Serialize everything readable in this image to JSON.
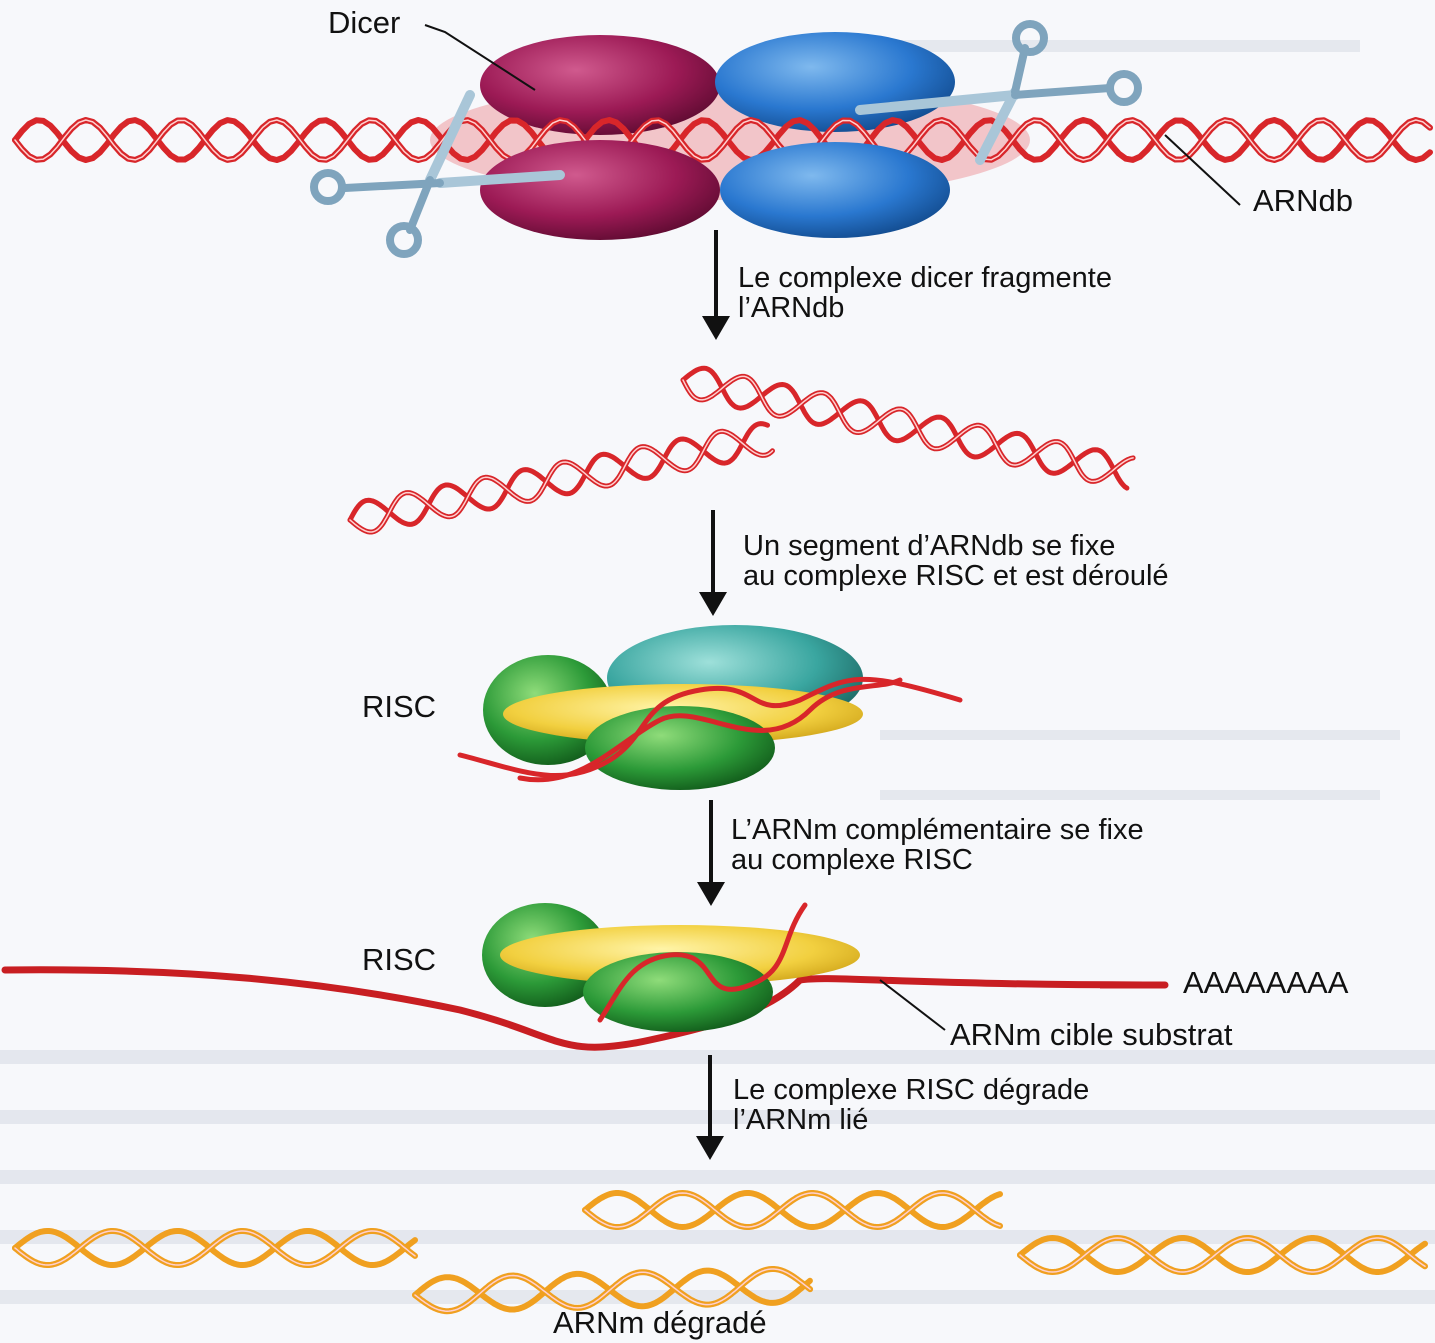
{
  "labels": {
    "dicer": "Dicer",
    "arndb": "ARNdb",
    "risc_top": "RISC",
    "risc_bottom": "RISC",
    "poly_a": "AAAAAAAA",
    "arnm_cible": "ARNm cible substrat",
    "arnm_degrade": "ARNm dégradé"
  },
  "steps": [
    {
      "line1": "Le complexe dicer fragmente",
      "line2": "l’ARNdb"
    },
    {
      "line1": "Un segment d’ARNdb se fixe",
      "line2": "au complexe RISC et est déroulé"
    },
    {
      "line1": "L’ARNm complémentaire se fixe",
      "line2": "au complexe RISC"
    },
    {
      "line1": "Le complexe RISC dégrade",
      "line2": "l’ARNm lié"
    }
  ],
  "colors": {
    "rna_red": "#d8262a",
    "rna_orange": "#f0a020",
    "dicer_purple": "#9c1a55",
    "dicer_blue": "#2a78d0",
    "risc_green": "#2c9a38",
    "risc_teal": "#3aa6a0",
    "risc_yellow": "#f2d040",
    "scissors": "#8fb2c8"
  }
}
